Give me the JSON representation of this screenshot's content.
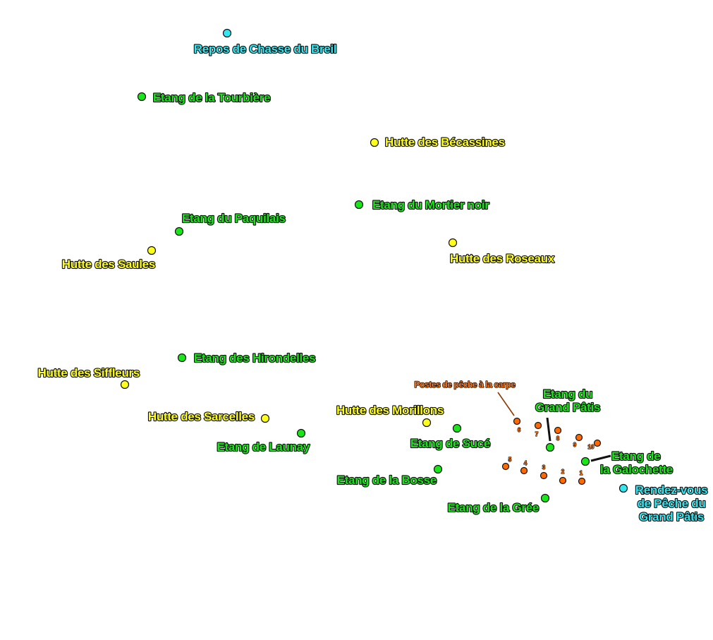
{
  "colors": {
    "cyan": "#33e6f0",
    "green": "#19e619",
    "yellow": "#ffff1a",
    "orange": "#ff6a00",
    "orange_label": "#ff7a1a"
  },
  "places": [
    {
      "key": "repos-de-chasse-du-breil",
      "type": "cyan",
      "lines": [
        "Repos de Chasse du Breil"
      ]
    },
    {
      "key": "etang-de-la-tourbiere",
      "type": "green",
      "lines": [
        "Etang de la Tourbière"
      ]
    },
    {
      "key": "hutte-des-becassines",
      "type": "yellow",
      "lines": [
        "Hutte des Bécassines"
      ]
    },
    {
      "key": "etang-du-mortier-noir",
      "type": "green",
      "lines": [
        "Etang du Mortier noir"
      ]
    },
    {
      "key": "etang-du-paquilais",
      "type": "green",
      "lines": [
        "Etang du Paquilais"
      ]
    },
    {
      "key": "hutte-des-saules",
      "type": "yellow",
      "lines": [
        "Hutte des Saules"
      ]
    },
    {
      "key": "hutte-des-roseaux",
      "type": "yellow",
      "lines": [
        "Hutte des Roseaux"
      ]
    },
    {
      "key": "etang-des-hirondelles",
      "type": "green",
      "lines": [
        "Etang des Hirondelles"
      ]
    },
    {
      "key": "hutte-des-siffleurs",
      "type": "yellow",
      "lines": [
        "Hutte des Siffleurs"
      ]
    },
    {
      "key": "hutte-des-sarcelles",
      "type": "yellow",
      "lines": [
        "Hutte des Sarcelles"
      ]
    },
    {
      "key": "etang-de-launay",
      "type": "green",
      "lines": [
        "Etang de Launay"
      ]
    },
    {
      "key": "hutte-des-morillons",
      "type": "yellow",
      "lines": [
        "Hutte des Morillons"
      ]
    },
    {
      "key": "etang-de-suce",
      "type": "green",
      "lines": [
        "Etang de Sucé"
      ]
    },
    {
      "key": "etang-de-la-bosse",
      "type": "green",
      "lines": [
        "Etang de la Bosse"
      ]
    },
    {
      "key": "etang-de-la-gree",
      "type": "green",
      "lines": [
        "Etang de la Grée"
      ]
    },
    {
      "key": "etang-du-grand-patis",
      "type": "green",
      "lines": [
        "Etang du",
        "Grand Pâtis"
      ]
    },
    {
      "key": "etang-de-la-galochette",
      "type": "green",
      "lines": [
        "Etang de",
        "la Galochette"
      ]
    },
    {
      "key": "rendez-vous-de-peche-du-grand-patis",
      "type": "cyan",
      "lines": [
        "Rendez-vous",
        "de Pêche du",
        "Grand Pâtis"
      ]
    }
  ],
  "carp_posts": {
    "label": "Postes de pêche à la carpe",
    "posts": [
      "1",
      "2",
      "3",
      "4",
      "5",
      "6",
      "7",
      "8",
      "9",
      "10"
    ]
  }
}
